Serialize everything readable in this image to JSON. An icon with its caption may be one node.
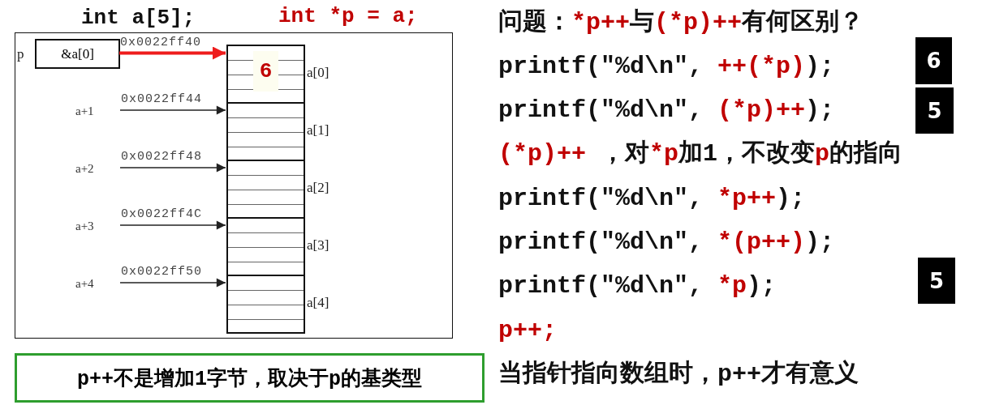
{
  "diagram": {
    "nodes": [
      {
        "text": [],
        "shape": "box"
      },
      {
        "text": [
          "&a[0]"
        ],
        "beside": [
          "p"
        ],
        "in": 0
      },
      {
        "text": [
          "6"
        ],
        "beside": [
          "a[0]"
        ],
        "in": 0
      },
      {
        "text": [
          "a+1"
        ],
        "in": 0
      },
      {
        "text": [],
        "shape": "box",
        "beside": [
          "a[1]"
        ],
        "in": 0
      },
      {
        "text": [
          "a+2"
        ],
        "in": 0
      },
      {
        "text": [],
        "shape": "box",
        "beside": [
          "a[2]"
        ],
        "in": 0
      },
      {
        "text": [
          "a+3"
        ],
        "in": 0
      },
      {
        "text": [],
        "shape": "box",
        "beside": [
          "a[3]"
        ],
        "in": 0
      },
      {
        "text": [
          "a+4"
        ],
        "in": 0
      },
      {
        "text": [],
        "shape": "box",
        "beside": [
          "a[4]"
        ],
        "in": 0
      },
      {
        "text": [
          "p++不是增加1字节，取决于p的基类型"
        ]
      },
      {
        "text": [
          "6"
        ]
      },
      {
        "text": [
          "5"
        ]
      },
      {
        "text": [
          "5"
        ]
      }
    ],
    "edges": [
      {
        "from": 1,
        "to": 2,
        "arrow": "to",
        "label": "0x0022ff40",
        "style": "thick",
        "color": "#ee1c1c"
      },
      {
        "from": 3,
        "to": 4,
        "arrow": "to",
        "label": "0x0022ff44"
      },
      {
        "from": 5,
        "to": 6,
        "arrow": "to",
        "label": "0x0022ff48"
      },
      {
        "from": 7,
        "to": 8,
        "arrow": "to",
        "label": "0x0022ff4C"
      },
      {
        "from": 9,
        "to": 10,
        "arrow": "to",
        "label": "0x0022ff50"
      }
    ],
    "labels": [
      "int a[5];",
      "int *p = a;",
      "问题：*p++与(*p)++有何区别？",
      "printf(\"%d\\n\", ++(*p));",
      "printf(\"%d\\n\", (*p)++);",
      "(*p)++ ，对*p加1，不改变p的指向",
      "printf(\"%d\\n\", *p++);",
      "printf(\"%d\\n\", *(p++));",
      "printf(\"%d\\n\", *p);",
      "p++;",
      "当指针指向数组时，p++才有意义"
    ]
  }
}
